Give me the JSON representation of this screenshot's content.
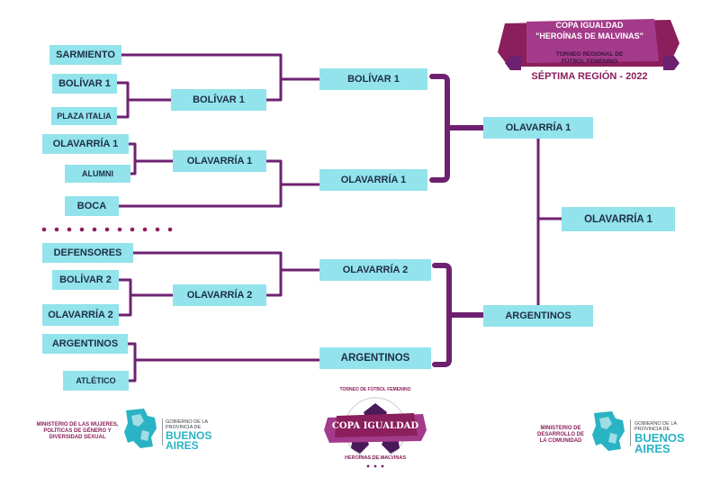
{
  "header": {
    "title_line1": "COPA IGUALDAD",
    "title_line2": "\"HEROÍNAS DE MALVINAS\"",
    "subtitle_line1": "TORNEO REGIONAL DE",
    "subtitle_line2": "FÚTBOL FEMENINO",
    "region": "SÉPTIMA REGIÓN - 2022"
  },
  "bracket": {
    "round1": {
      "sarmiento": "SARMIENTO",
      "bolivar1": "BOLÍVAR 1",
      "plaza_italia": "PLAZA ITALIA",
      "olavarria1": "OLAVARRÍA 1",
      "alumni": "ALUMNI",
      "boca": "BOCA",
      "defensores": "DEFENSORES",
      "bolivar2": "BOLÍVAR 2",
      "olavarria2": "OLAVARRÍA 2",
      "argentinos": "ARGENTINOS",
      "atletico": "ATLÉTICO"
    },
    "round2": {
      "bolivar1": "BOLÍVAR 1",
      "olavarria1": "OLAVARRÍA 1",
      "olavarria2": "OLAVARRÍA 2"
    },
    "round3": {
      "bolivar1": "BOLÍVAR 1",
      "olavarria1": "OLAVARRÍA 1",
      "olavarria2": "OLAVARRÍA 2",
      "argentinos": "ARGENTINOS"
    },
    "semifinal": {
      "olavarria1": "OLAVARRÍA 1",
      "argentinos": "ARGENTINOS"
    },
    "champion": "OLAVARRÍA 1"
  },
  "footer": {
    "left_ministry": [
      "MINISTERIO DE LAS MUJERES,",
      "POLÍTICAS DE GÉNERO Y",
      "DIVERSIDAD SEXUAL"
    ],
    "gobierno": [
      "GOBIERNO DE LA",
      "PROVINCIA DE"
    ],
    "buenos_aires": [
      "BUENOS",
      "AIRES"
    ],
    "center_arc": "TORNEO DE FÚTBOL FEMENINO",
    "center_title": "COPA IGUALDAD",
    "center_bottom": "HEROÍNAS DE MALVINAS",
    "right_ministry": [
      "MINISTERIO DE",
      "DESARROLLO DE",
      "LA COMUNIDAD"
    ]
  },
  "colors": {
    "line": "#6e2170",
    "box": "#92e3ec",
    "accent": "#8b1e5c"
  }
}
